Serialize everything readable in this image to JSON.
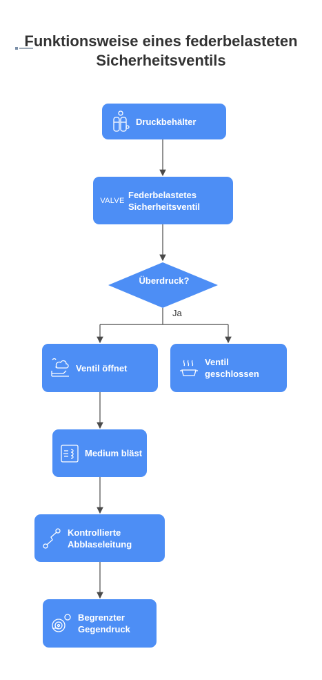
{
  "title": "Funktionsweise eines federbelasteten Sicherheitsventils",
  "nodes": {
    "druckbehaelter": "Druckbehälter",
    "federventil": "Federbelastetes\nSicherheitsventil",
    "federventil_icon_text": "VALVE",
    "decision": "Überdruck?",
    "ja": "Ja",
    "ventil_oeffnet": "Ventil öffnet",
    "ventil_geschlossen": "Ventil\ngeschlossen",
    "medium_blaest": "Medium bläst",
    "abblaseleitung": "Kontrollierte\nAbblaseleitung",
    "gegendruck": "Begrenzter\nGegendruck"
  },
  "colors": {
    "node": "#4d8ef5",
    "edge": "#4a4a4a",
    "title": "#333333"
  },
  "icons": {
    "druckbehaelter": "gas-cylinders-icon",
    "ventil_oeffnet": "steam-cloud-icon",
    "ventil_geschlossen": "heating-pan-icon",
    "medium_blaest": "blowing-medium-icon",
    "abblaseleitung": "pipeline-icon",
    "gegendruck": "pressure-gauge-icon"
  }
}
